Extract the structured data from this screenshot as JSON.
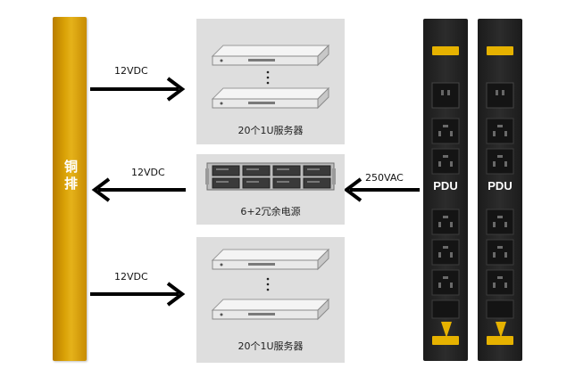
{
  "busbar": {
    "label": "铜排"
  },
  "arrows": {
    "top_label": "12VDC",
    "middle_label": "12VDC",
    "bottom_label": "12VDC",
    "ac_label": "250VAC"
  },
  "panels": {
    "top": {
      "label": "20个1U服务器"
    },
    "middle": {
      "label": "6+2冗余电源"
    },
    "bottom": {
      "label": "20个1U服务器"
    }
  },
  "pdus": [
    {
      "label": "PDU"
    },
    {
      "label": "PDU"
    }
  ],
  "colors": {
    "busbar": "#d9a106",
    "panel": "#dedede",
    "pdu_body": "#1f1f1f",
    "pdu_accent": "#e6b200",
    "arrow": "#000000"
  }
}
